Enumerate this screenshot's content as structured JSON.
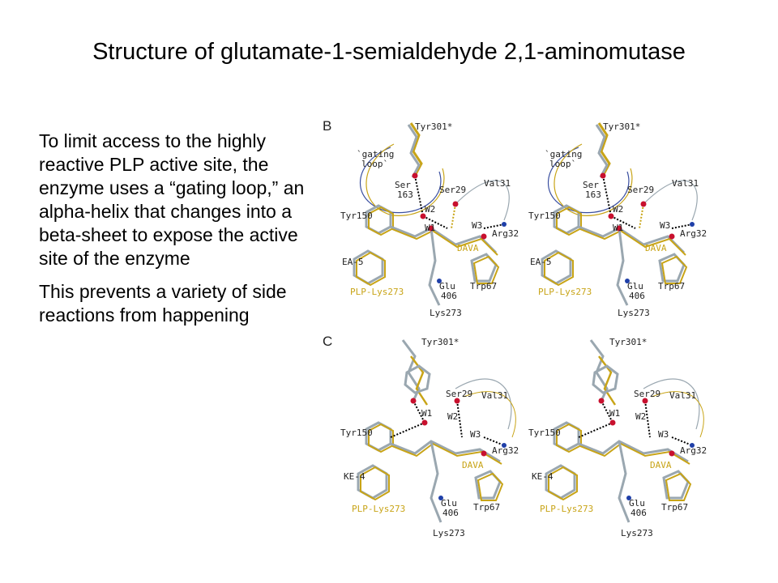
{
  "title": "Structure of glutamate-1-semialdehyde 2,1-aminomutase",
  "paragraphs": [
    "To limit access to the highly reactive PLP active site, the enzyme uses a “gating loop,” an alpha-helix that changes into a beta-sheet to expose the active site of the enzyme",
    "This prevents a variety of side reactions from happening"
  ],
  "figure": {
    "panel_b": {
      "label": "B",
      "labels": [
        "Tyr301*",
        "`gating loop`",
        "Ser 163",
        "Ser29",
        "Val31",
        "Tyr150",
        "W2",
        "W1",
        "W3",
        "Arg32",
        "DAVA",
        "EA-5",
        "PLP-Lys273",
        "Glu 406",
        "Trp67",
        "Lys273"
      ]
    },
    "panel_c": {
      "label": "C",
      "labels": [
        "Tyr301*",
        "Ser29",
        "Val31",
        "W2",
        "W1",
        "W3",
        "Tyr150",
        "Arg32",
        "KE-4",
        "DAVA",
        "PLP-Lys273",
        "Glu 406",
        "Trp67",
        "Lys273"
      ]
    }
  },
  "colors": {
    "carbon_grey": "#9aa7b0",
    "ligand_yellow": "#c8a417",
    "oxygen_red": "#c8102e",
    "nitrogen_blue": "#1f3fa8"
  }
}
